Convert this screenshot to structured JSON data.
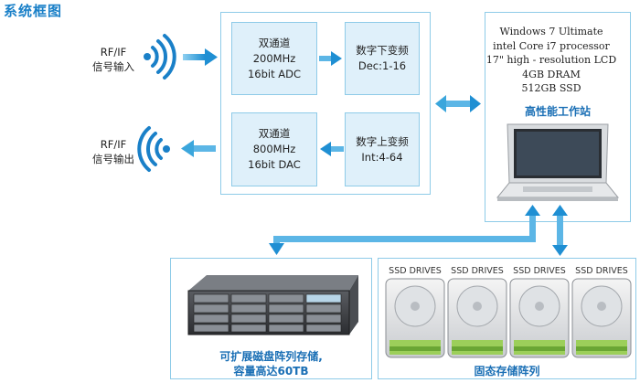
{
  "title": "系统框图",
  "rf_in": {
    "line1": "RF/IF",
    "line2": "信号输入"
  },
  "rf_out": {
    "line1": "RF/IF",
    "line2": "信号输出"
  },
  "adc": {
    "line1": "双通道",
    "line2": "200MHz",
    "line3": "16bit ADC"
  },
  "ddc": {
    "line1": "数字下变频",
    "line2": "Dec:1-16"
  },
  "dac": {
    "line1": "双通道",
    "line2": "800MHz",
    "line3": "16bit DAC"
  },
  "duc": {
    "line1": "数字上变频",
    "line2": "Int:4-64"
  },
  "workstation": {
    "specs": [
      "Windows 7 Ultimate",
      "intel Core i7 processor",
      "17\" high - resolution LCD",
      "4GB DRAM",
      "512GB  SSD"
    ],
    "label": "高性能工作站"
  },
  "raid": {
    "line1": "可扩展磁盘阵列存储,",
    "line2": "容量高达60TB"
  },
  "ssd": {
    "drive_labels": [
      "SSD DRIVES",
      "SSD DRIVES",
      "SSD DRIVES",
      "SSD DRIVES"
    ],
    "label": "固态存储阵列"
  },
  "colors": {
    "accent": "#1a80c8",
    "panel_border": "#8ecbe8",
    "box_fill": "#dff0fa",
    "arrow": "#3ba6dc"
  }
}
